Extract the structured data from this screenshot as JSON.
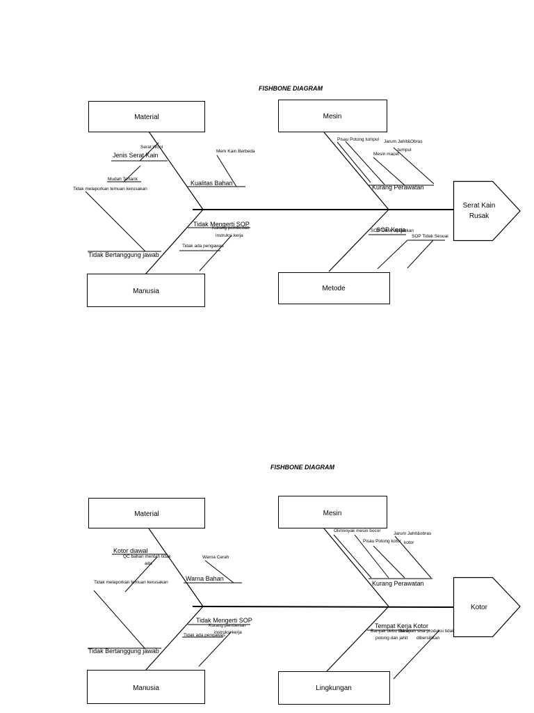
{
  "diagrams": [
    {
      "title": "FISHBONE DIAGRAM",
      "categories": {
        "material": "Material",
        "mesin": "Mesin",
        "manusia": "Manusia",
        "bottom_right": "Metode"
      },
      "head": [
        "Serat Kain",
        "Rusak"
      ],
      "causes": {
        "jenis_serat": "Jenis Serat Kain",
        "serat_wool": "Serat Wool",
        "mudah_tertarik": "Mudah Tertarik",
        "kualitas_bahan": "Kualitas Bahan",
        "merk_kain": "Merk Kain Berbeda",
        "tidak_melaporkan": "Tidak melaporkan temuan kerusakan",
        "tidak_bertanggung": "Tidak Bertanggung jawab",
        "pisau": "Pisau Potong tumpul",
        "jarum": [
          "Jarum Jahit&Obras",
          "tumpul"
        ],
        "mesin_macet": "Mesin macet",
        "kurang_perawatan": "Kurang Perawatan",
        "tidak_mengerti": "Tidak Mengerti SOP",
        "kurang_pemberian": [
          "Kurang pemberian",
          "instruksi kerja"
        ],
        "tidak_ada_pengawas": "Tidak ada pengawas",
        "sop_kerja": "SOP Kerja",
        "sop_tidak_dijalankan": "SOP Tidak dijalankan",
        "sop_tidak_sesuai": "SOP Tidak Sesuai"
      }
    },
    {
      "title": "FISHBONE DIAGRAM",
      "categories": {
        "material": "Material",
        "mesin": "Mesin",
        "manusia": "Manusia",
        "bottom_right": "Lingkungan"
      },
      "head": [
        "Kotor"
      ],
      "causes": {
        "kotor_diawal": "Kotor diawal",
        "qc_bahan": [
          "QC bahan mentah tidak",
          "ada"
        ],
        "tidak_melaporkan": "Tidak melaporkan temuan kerusakan",
        "warna_cerah": "Warna Cerah",
        "warna_bahan": "Warna Bahan",
        "tidak_bertanggung": "Tidak Bertanggung jawab",
        "oli": "Oli/minyak mesin bocor",
        "jarum": [
          "Jarum Jahit&obras",
          "kotor"
        ],
        "pisau": "Pisau Potong kotor",
        "kurang_perawatan": "Kurang Perawatan",
        "tidak_mengerti": "Tidak Mengerti SOP",
        "kurang_pemberian": [
          "Kurang pemberian",
          "instruksi kerja"
        ],
        "tidak_ada_pengawas": "Tidak ada pengawas",
        "tempat_kerja": "Tempat Kerja Kotor",
        "banyak_debu": [
          "Banyak debu bahan",
          "potong dan jahit"
        ],
        "sisa_produksi": [
          "Sampah sisa produksi tidak",
          "dibersihkan"
        ]
      }
    }
  ]
}
